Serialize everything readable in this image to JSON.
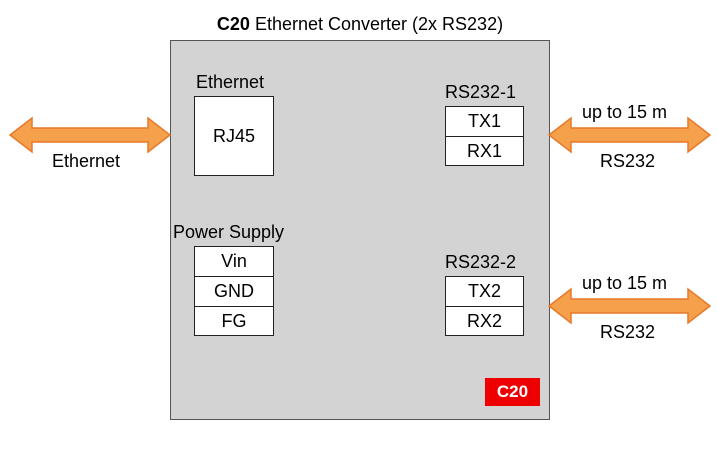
{
  "title": {
    "bold": "C20",
    "rest": " Ethernet Converter (2x RS232)"
  },
  "ethernet_port": {
    "heading": "Ethernet",
    "connector": "RJ45"
  },
  "power_supply": {
    "heading": "Power Supply",
    "pins": [
      "Vin",
      "GND",
      "FG"
    ]
  },
  "rs232_1": {
    "heading": "RS232-1",
    "pins": [
      "TX1",
      "RX1"
    ]
  },
  "rs232_2": {
    "heading": "RS232-2",
    "pins": [
      "TX2",
      "RX2"
    ]
  },
  "external": {
    "ethernet_label": "Ethernet",
    "rs232_1_distance": "up to 15 m",
    "rs232_1_label": "RS232",
    "rs232_2_distance": "up to 15 m",
    "rs232_2_label": "RS232"
  },
  "badge": "C20",
  "colors": {
    "arrow_fill": "#f5a04a",
    "arrow_stroke": "#e8792a",
    "device_bg": "#d3d3d3",
    "badge_bg": "#ee0000"
  }
}
